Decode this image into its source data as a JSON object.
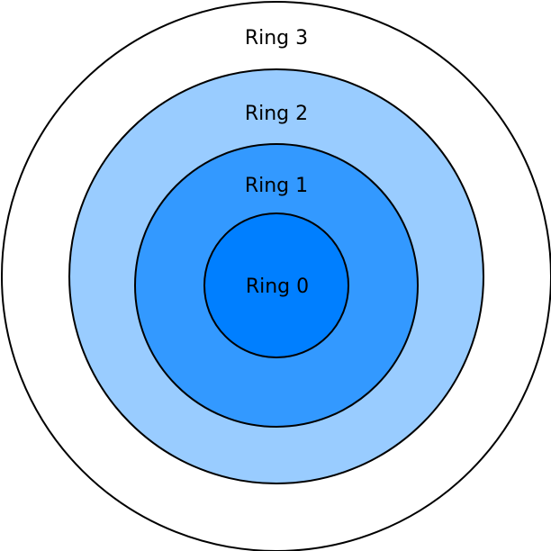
{
  "rings": [
    {
      "id": "ring-3",
      "label": "Ring 3",
      "fill": "#ffffff"
    },
    {
      "id": "ring-2",
      "label": "Ring 2",
      "fill": "#99ccff"
    },
    {
      "id": "ring-1",
      "label": "Ring 1",
      "fill": "#3399ff"
    },
    {
      "id": "ring-0",
      "label": "Ring 0",
      "fill": "#007fff"
    }
  ]
}
